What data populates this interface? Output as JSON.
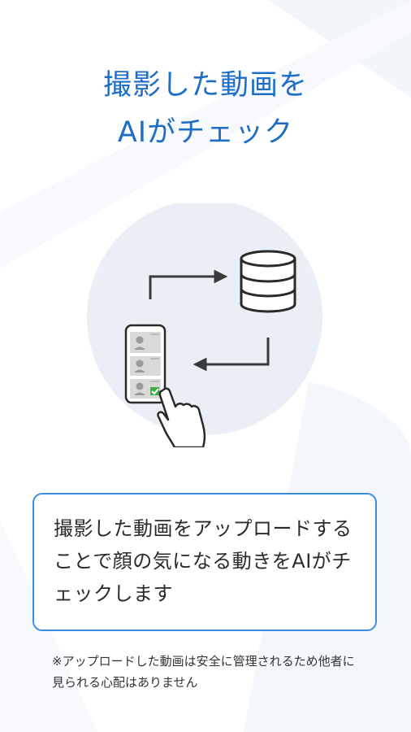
{
  "header": {
    "title_line1": "撮影した動画を",
    "title_line2": "AIがチェック"
  },
  "description": {
    "text": "撮影した動画をアップロードすることで顔の気になる動きをAIがチェックします"
  },
  "note": {
    "text": "※アップロードした動画は安全に管理されるため他者に見られる心配はありません"
  },
  "colors": {
    "accent": "#1e6ec8",
    "border": "#3a8ee0",
    "circle": "#e9eff5",
    "check": "#3cb043"
  },
  "icons": [
    "database-icon",
    "arrow-right-icon",
    "arrow-left-icon",
    "smartphone-icon",
    "hand-pointer-icon",
    "check-icon"
  ]
}
